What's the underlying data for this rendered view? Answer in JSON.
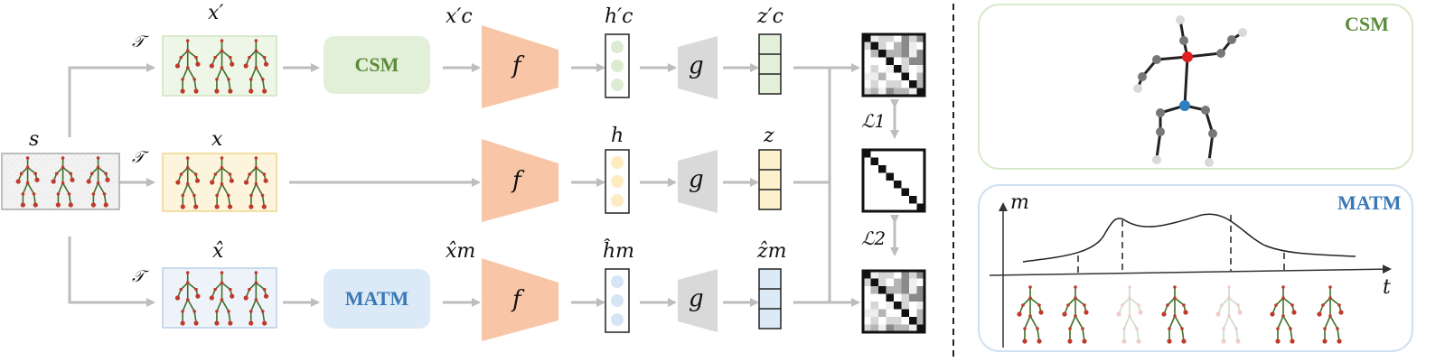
{
  "labels": {
    "s": "s",
    "x_prime": "x′",
    "x": "x",
    "x_hat": "x̂",
    "t_top": "𝒯",
    "t_mid": "𝒯",
    "t_bot": "𝒯",
    "xc_prime": "x′c",
    "x_hat_m": "x̂m",
    "f_top": "f",
    "f_mid": "f",
    "f_bot": "f",
    "hc_prime": "h′c",
    "h": "h",
    "h_hat_m": "ĥm",
    "g_top": "g",
    "g_mid": "g",
    "g_bot": "g",
    "zc_prime": "z′c",
    "z": "z",
    "z_hat_m": "ẑm",
    "loss1": "ℒ1",
    "loss2": "ℒ2"
  },
  "modules": {
    "csm": "CSM",
    "matm": "MATM"
  },
  "right_panels": {
    "csm_title": "CSM",
    "matm_title": "MATM",
    "axis_m": "m",
    "axis_t": "t"
  },
  "colors": {
    "csm_green": "#5a8c3a",
    "csm_fill": "#e2efd9",
    "matm_blue": "#3a78b5",
    "matm_fill": "#dce9f6",
    "encoder": "#f8c6a6",
    "projector": "#d9d9d9",
    "yellow_fill": "#fdf0cc",
    "arrow": "#bdbdbd"
  }
}
